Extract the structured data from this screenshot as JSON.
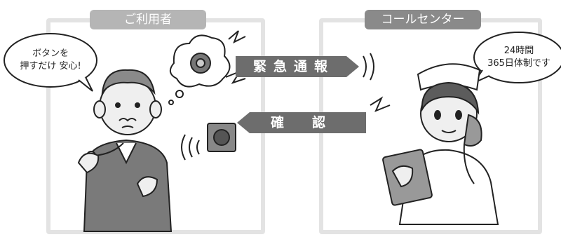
{
  "user_panel": {
    "title": "ご利用者",
    "speech": [
      "ボタンを",
      "押すだけ 安心!"
    ]
  },
  "center_panel": {
    "title": "コールセンター",
    "speech": [
      "24時間",
      "365日体制です"
    ]
  },
  "arrows": {
    "emergency": "緊急通報",
    "confirm": "確認"
  },
  "colors": {
    "tab_left": "#b5b5b5",
    "tab_right": "#8a8a8a",
    "arrow_fill": "#6d6d6d",
    "panel_border": "#e3e3e3"
  }
}
